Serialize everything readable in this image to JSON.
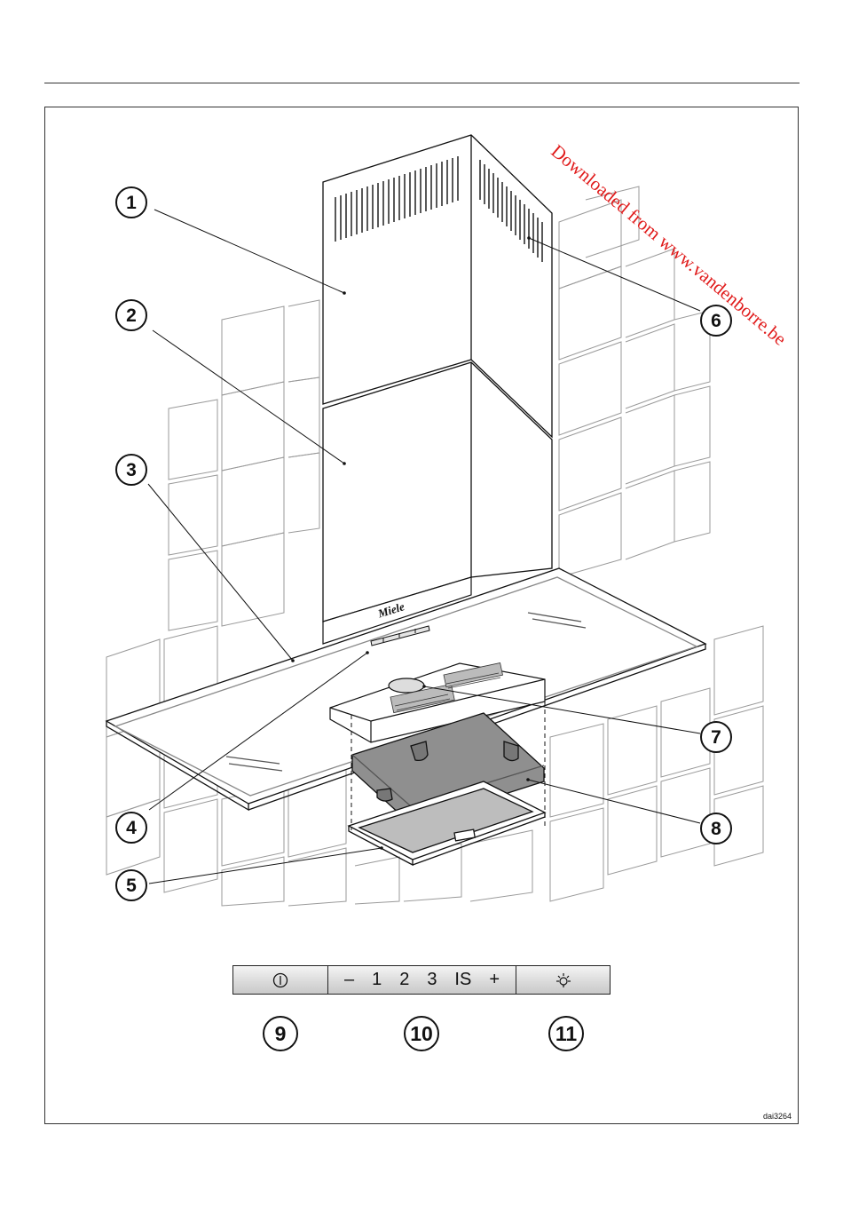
{
  "watermark": "Downloaded from www.vandenborre.be",
  "brand_logo": "Miele",
  "callouts": [
    "1",
    "2",
    "3",
    "4",
    "5",
    "6",
    "7",
    "8",
    "9",
    "10",
    "11"
  ],
  "control_panel": {
    "power_icon": "power-icon",
    "fan_minus": "–",
    "fan_levels": [
      "1",
      "2",
      "3"
    ],
    "fan_intensive": "IS",
    "fan_plus": "+",
    "light_icon": "light-icon"
  },
  "figure_code": "dai3264",
  "colors": {
    "watermark": "#e01b1b",
    "filter_fill": "#8f8f8f",
    "grease_filter_fill": "#bdbdbd"
  }
}
